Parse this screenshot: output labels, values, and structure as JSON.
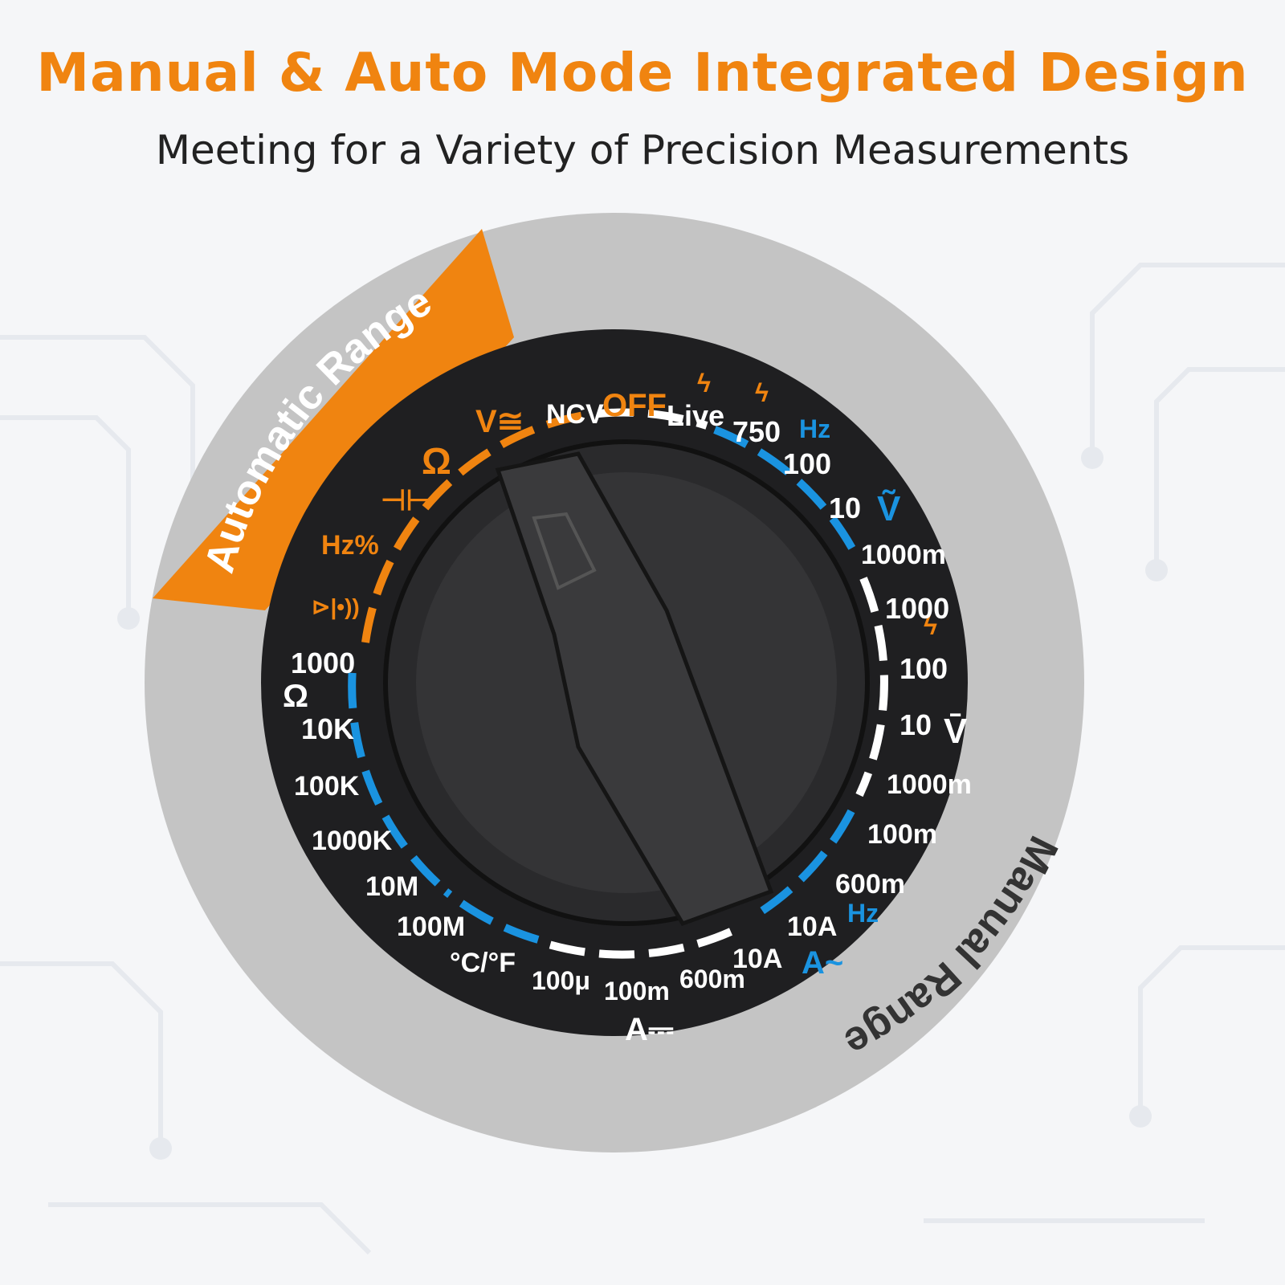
{
  "header": {
    "title": "Manual & Auto Mode Integrated Design",
    "subtitle": "Meeting for a Variety of Precision Measurements"
  },
  "zones": {
    "auto_label": "Automatic Range",
    "manual_label": "Manual Range"
  },
  "colors": {
    "accent_orange": "#f08410",
    "accent_blue": "#1a93e0",
    "dial_black": "#1f1f21",
    "ring_gray": "#c4c4c4",
    "label_white": "#ffffff"
  },
  "knob": {
    "pointer_icon": "selector-pointer-icon"
  },
  "labels": {
    "v_ac_dc": "V≅",
    "ncv": "NCV",
    "off": "OFF",
    "live": "Live",
    "v750": "750",
    "hz_top": "Hz",
    "v100": "100",
    "v10": "10",
    "vac_symbol": "Ṽ",
    "v1000m": "1000m",
    "vdc1000": "1000",
    "vdc100": "100",
    "vdc10": "10",
    "vdc_symbol": "V̄",
    "vdc1000m": "1000m",
    "vdc100m": "100m",
    "a600m": "600m",
    "hz_right": "Hz",
    "a10a_right": "10A",
    "aac_symbol": "A~",
    "a10a": "10A",
    "a600m_b": "600m",
    "a100m": "100m",
    "a100u": "100μ",
    "adc_symbol": "A⎓",
    "temp": "°C/°F",
    "r100m": "100M",
    "r10m": "10M",
    "r1000k": "1000K",
    "r100k": "100K",
    "r10k": "10K",
    "ohm_symbol": "Ω",
    "r1000": "1000",
    "diode": "⊳|•))",
    "hz_pct": "Hz%",
    "cap": "⊣⊢",
    "ohm_auto": "Ω"
  }
}
